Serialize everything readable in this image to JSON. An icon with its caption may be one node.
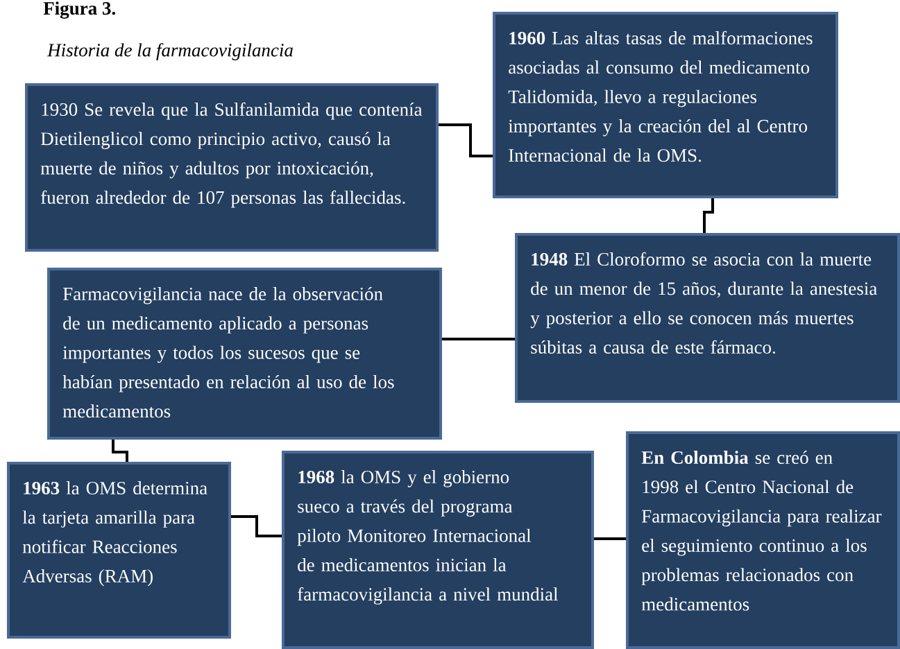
{
  "diagram": {
    "title": "Figura 3.",
    "caption": "Historia de la farmacovigilancia",
    "nodes": [
      {
        "text": [
          "1930 Se revela que la Sulfanilamida que contenía Dietilenglicol como principio activo, causó la muerte de niños y adultos por intoxicación, fueron alrededor de 107 personas las fallecidas."
        ]
      },
      {
        "text": [
          "**1960** Las altas tasas de malformaciones asociadas al consumo del medicamento Talidomida, llevo a regulaciones importantes y la creación del al Centro Internacional de la OMS."
        ]
      },
      {
        "text": [
          "**1948** El Cloroformo se asocia con la muerte de un menor de 15 años, durante la anestesia y posterior a ello se conocen más muertes súbitas a causa de este fármaco."
        ]
      },
      {
        "text": [
          "Farmacovigilancia nace de la observación de un medicamento aplicado a personas importantes y todos los sucesos que se habían presentado en relación al uso de los medicamentos"
        ]
      },
      {
        "text": [
          "**1963** la OMS determina la tarjeta amarilla para notificar Reacciones Adversas (RAM)"
        ]
      },
      {
        "text": [
          "**1968** la OMS y el gobierno sueco a través del programa piloto Monitoreo Internacional de medicamentos inician la farmacovigilancia a nivel mundial"
        ]
      },
      {
        "text": [
          "**En Colombia** se creó en 1998 el Centro Nacional de Farmacovigilancia para realizar el seguimiento continuo a los problemas relacionados con medicamentos"
        ]
      }
    ],
    "edges": [
      {
        "from": 0,
        "to": 1,
        "arrow": "none"
      },
      {
        "from": 1,
        "to": 2,
        "arrow": "none"
      },
      {
        "from": 2,
        "to": 3,
        "arrow": "none"
      },
      {
        "from": 3,
        "to": 4,
        "arrow": "none"
      },
      {
        "from": 4,
        "to": 5,
        "arrow": "none"
      },
      {
        "from": 5,
        "to": 6,
        "arrow": "none"
      }
    ]
  }
}
